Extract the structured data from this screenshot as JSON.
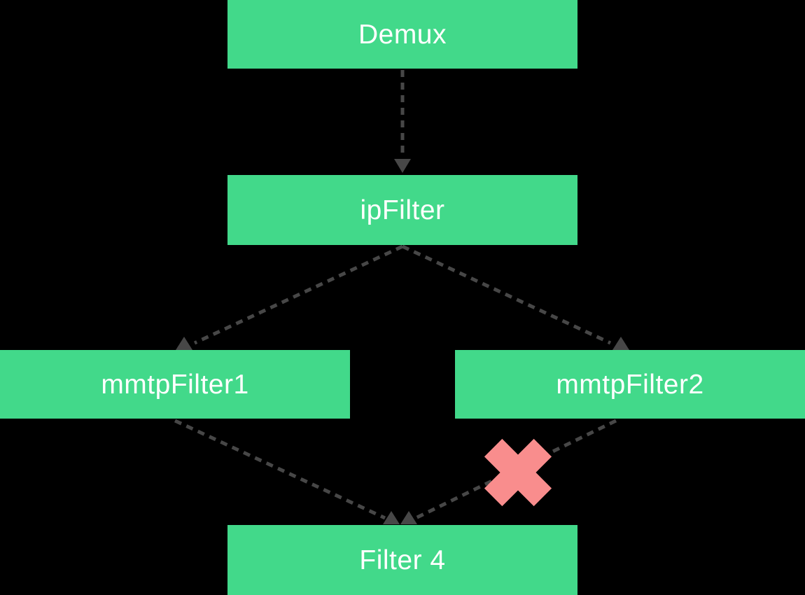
{
  "diagram": {
    "type": "flowchart",
    "background_color": "#000000",
    "node_fill_color": "#42d98a",
    "node_text_color": "#ffffff",
    "edge_color": "#474747",
    "blocked_marker_color": "#f98d8d",
    "nodes": [
      {
        "id": "demux",
        "label": "Demux"
      },
      {
        "id": "ipFilter",
        "label": "ipFilter"
      },
      {
        "id": "mmtpFilter1",
        "label": "mmtpFilter1"
      },
      {
        "id": "mmtpFilter2",
        "label": "mmtpFilter2"
      },
      {
        "id": "filter4",
        "label": "Filter 4"
      }
    ],
    "edges": [
      {
        "from": "Demux",
        "to": "ipFilter",
        "style": "dashed-arrow",
        "blocked": false
      },
      {
        "from": "ipFilter",
        "to": "mmtpFilter1",
        "style": "dashed-arrow",
        "blocked": false
      },
      {
        "from": "ipFilter",
        "to": "mmtpFilter2",
        "style": "dashed-arrow",
        "blocked": false
      },
      {
        "from": "mmtpFilter1",
        "to": "Filter 4",
        "style": "dashed-arrow",
        "blocked": false
      },
      {
        "from": "mmtpFilter2",
        "to": "Filter 4",
        "style": "dashed-arrow",
        "blocked": true,
        "marker": "red-x"
      }
    ]
  }
}
